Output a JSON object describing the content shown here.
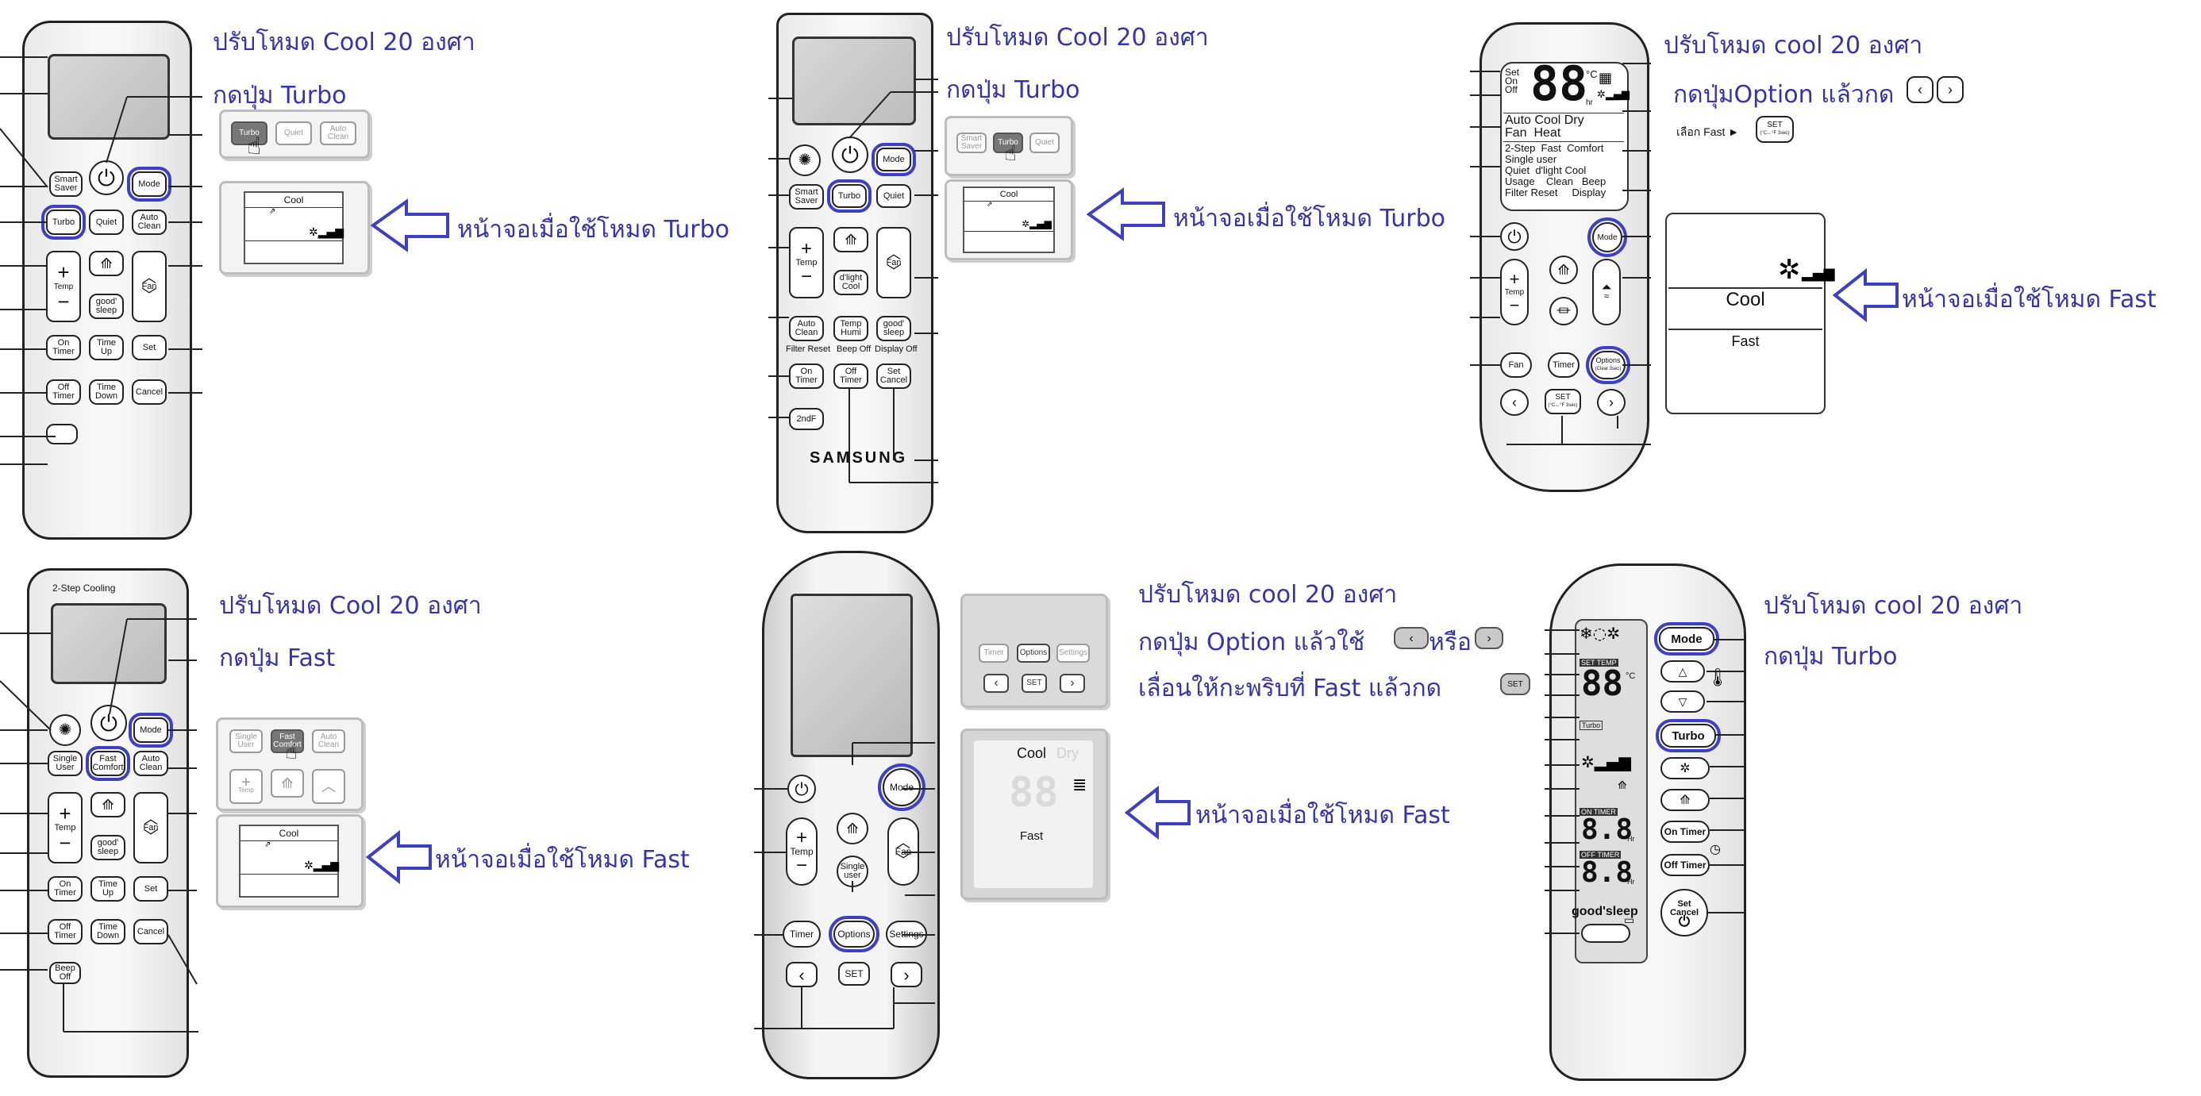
{
  "colors": {
    "accent": "#3534a8",
    "highlight": "#3d3fc4"
  },
  "r1": {
    "step1": "ปรับโหมด   Cool    20 องศา",
    "step2": "กดปุ่ม   Turbo",
    "screen_caption": "หน้าจอเมื่อใช้โหมด   Turbo",
    "lcd_mode": "Cool",
    "buttons": {
      "smart_saver": "Smart Saver",
      "mode": "Mode",
      "turbo": "Turbo",
      "quiet": "Quiet",
      "auto_clean": "Auto Clean",
      "temp": "Temp",
      "good_sleep": "good' sleep",
      "fan": "Fan",
      "on_timer": "On Timer",
      "time_up": "Time Up",
      "set": "Set",
      "off_timer": "Off Timer",
      "time_down": "Time Down",
      "cancel": "Cancel"
    },
    "panel_buttons": {
      "turbo": "Turbo",
      "quiet": "Quiet",
      "auto_clean": "Auto Clean"
    }
  },
  "r2": {
    "step1": "ปรับโหมด   Cool   20 องศา",
    "step2": "กดปุ่ม   Turbo",
    "screen_caption": "หน้าจอเมื่อใช้โหมด   Turbo",
    "lcd_mode": "Cool",
    "brand": "SAMSUNG",
    "buttons": {
      "mode": "Mode",
      "smart_saver": "Smart Saver",
      "turbo": "Turbo",
      "quiet": "Quiet",
      "temp": "Temp",
      "fan": "Fan",
      "dlight_cool": "d'light Cool",
      "auto_clean": "Auto Clean",
      "temp_humi": "Temp Humi",
      "good_sleep": "good' sleep",
      "filter_reset": "Filter Reset",
      "beep_off": "Beep Off",
      "display_off": "Display Off",
      "on_timer": "On Timer",
      "off_timer": "Off Timer",
      "set_cancel": "Set Cancel",
      "second_f": "2ndF"
    },
    "panel_buttons": {
      "smart_saver": "Smart Saver",
      "turbo": "Turbo",
      "quiet": "Quiet"
    }
  },
  "r3": {
    "step1": "ปรับโหมด   cool 20 องศา",
    "step2": "กดปุ่มOption แล้วกด",
    "step3_pre": "เลือก Fast ►",
    "set_key": "SET",
    "set_sub": "(°C↔°F 3sec)",
    "screen_caption": "หน้าจอเมื่อใช้โหมด   Fast",
    "lcd_mode": "Cool",
    "lcd_sub": "Fast",
    "display_digits": "88",
    "display_unit": "°C",
    "display_labels": {
      "set": "Set",
      "on": "On",
      "off": "Off",
      "auto": "Auto",
      "cool": "Cool",
      "dry": "Dry",
      "fan": "Fan",
      "heat": "Heat",
      "two_step": "2-Step",
      "fast": "Fast",
      "comfort": "Comfort",
      "single_user": "Single user",
      "quiet": "Quiet",
      "dlight_cool": "d'light Cool",
      "usage": "Usage",
      "clean": "Clean",
      "beep": "Beep",
      "filter_reset": "Filter Reset",
      "display": "Display",
      "hr": "hr"
    },
    "buttons": {
      "mode": "Mode",
      "temp": "Temp",
      "fan": "Fan",
      "timer": "Timer",
      "options": "Options",
      "options_sub": "(Clear 3sec)",
      "set": "SET",
      "set_sub": "(°C↔°F 3sec)"
    }
  },
  "r4": {
    "title": "2-Step Cooling",
    "step1": "ปรับโหมด   Cool   20 องศา",
    "step2": "กดปุ่ม   Fast",
    "screen_caption": "หน้าจอเมื่อใช้โหมด   Fast",
    "lcd_mode": "Cool",
    "buttons": {
      "mode": "Mode",
      "single_user": "Single User",
      "fast_comfort": "Fast Comfort",
      "auto_clean": "Auto Clean",
      "temp": "Temp",
      "good_sleep": "good' sleep",
      "fan": "Fan",
      "on_timer": "On Timer",
      "time_up": "Time Up",
      "set": "Set",
      "off_timer": "Off Timer",
      "time_down": "Time Down",
      "cancel": "Cancel",
      "beep_off": "Beep Off"
    },
    "panel_buttons": {
      "single_user": "Single User",
      "fast_comfort": "Fast Comfort",
      "auto_clean": "Auto Clean",
      "temp": "Temp"
    }
  },
  "r5": {
    "step1": "ปรับโหมด   cool 20 องศา",
    "step2_pre": "กดปุ่ม   Option แล้วใช้",
    "step2_or": "หรือ",
    "step3": "เลื่อนให้กะพริบที่   Fast แล้วกด",
    "set_key": "SET",
    "screen_caption": "หน้าจอเมื่อใช้โหมด   Fast",
    "lcd_cool": "Cool",
    "lcd_dry": "Dry",
    "lcd_fast": "Fast",
    "lcd_digits": "88",
    "buttons": {
      "mode": "Mode",
      "temp": "Temp",
      "fan": "Fan",
      "single_user": "Single user",
      "timer": "Timer",
      "options": "Options",
      "settings": "Settings",
      "set": "SET"
    },
    "panel_buttons": {
      "timer": "Timer",
      "options": "Options",
      "settings": "Settings",
      "set": "SET"
    }
  },
  "r6": {
    "step1": "ปรับโหมด   cool 20 องศา",
    "step2": "กดปุ่ม   Turbo",
    "brand": "good'sleep",
    "display_labels": {
      "set_temp": "SET TEMP",
      "digits": "88",
      "unit": "°C",
      "turbo": "Turbo",
      "on_timer": "ON TIMER",
      "off_timer": "OFF TIMER",
      "hr": "Hr",
      "timer_digits": "8.8"
    },
    "buttons": {
      "mode": "Mode",
      "turbo": "Turbo",
      "on_timer": "On Timer",
      "off_timer": "Off Timer",
      "set_cancel": "Set Cancel"
    }
  }
}
